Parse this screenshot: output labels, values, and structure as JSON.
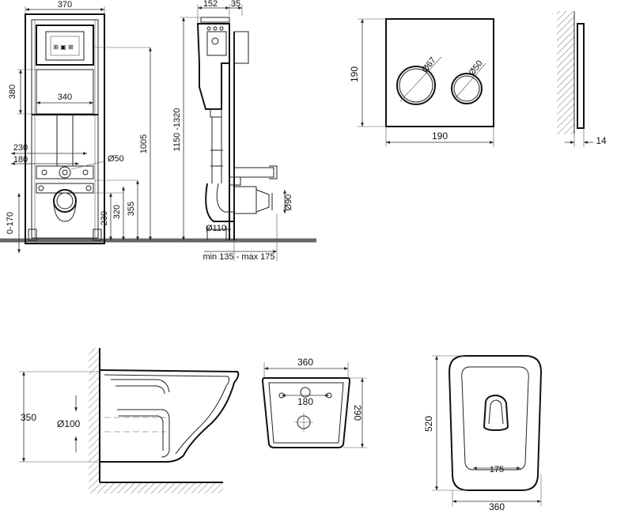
{
  "frame_front": {
    "width": "370",
    "height_panel": "380",
    "panel_width": "340",
    "d230": "230",
    "d180": "180",
    "pipe": "Ø50",
    "range": "0-170",
    "h230": "230",
    "h320": "320",
    "h355": "355",
    "h1005": "1005"
  },
  "frame_side": {
    "d152": "152",
    "d35": "35",
    "height_range": "1150 -1320",
    "drain": "Ø110",
    "outlet": "Ø90",
    "depth_range": "min 135 - max 175"
  },
  "flush_plate": {
    "height": "190",
    "width": "190",
    "button_large": "Ø67",
    "button_small": "Ø50",
    "thickness": "14"
  },
  "bowl_side": {
    "height": "350",
    "outlet": "Ø100"
  },
  "bowl_back": {
    "width": "360",
    "holes": "180",
    "depth": "290"
  },
  "bowl_top": {
    "length": "520",
    "width": "360",
    "holes": "175"
  }
}
